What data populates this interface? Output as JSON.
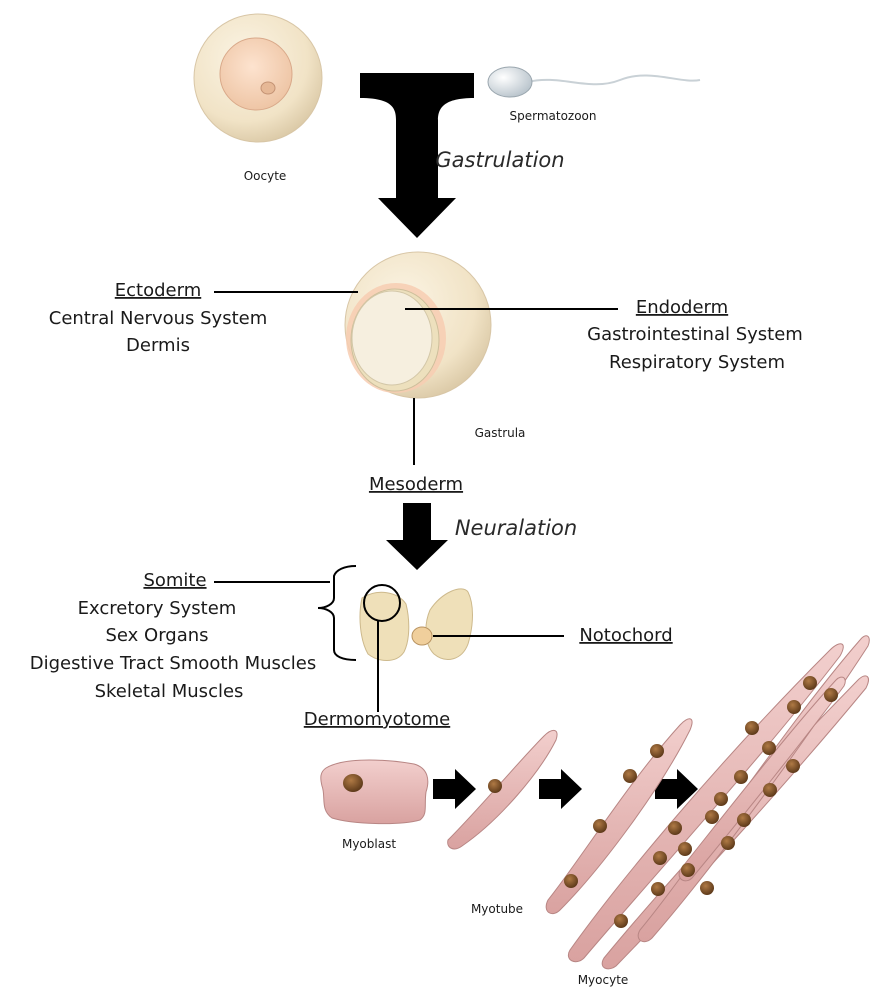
{
  "stages": {
    "oocyte": "Oocyte",
    "spermatozoon": "Spermatozoon",
    "gastrula": "Gastrula",
    "myoblast": "Myoblast",
    "myotube": "Myotube",
    "myocyte": "Myocyte"
  },
  "processes": {
    "gastrulation": "Gastrulation",
    "neuralation": "Neuralation"
  },
  "germ_layers": {
    "ectoderm": {
      "title": "Ectoderm",
      "items": [
        "Central Nervous System",
        "Dermis"
      ]
    },
    "endoderm": {
      "title": "Endoderm",
      "items": [
        "Gastrointestinal System",
        "Respiratory System"
      ]
    },
    "mesoderm": {
      "title": "Mesoderm"
    }
  },
  "somite": {
    "title": "Somite",
    "items": [
      "Excretory System",
      "Sex Organs",
      "Digestive Tract Smooth Muscles",
      "Skeletal Muscles"
    ]
  },
  "structures": {
    "notochord": "Notochord",
    "dermomyotome": "Dermomyotome"
  },
  "colors": {
    "cell_fill": "#f3e6cc",
    "nucleus_pink": "#f2c6a8",
    "muscle_pink": "#e8b8b6",
    "muscle_nucleus": "#8a5a2e",
    "arrow": "#000000"
  }
}
